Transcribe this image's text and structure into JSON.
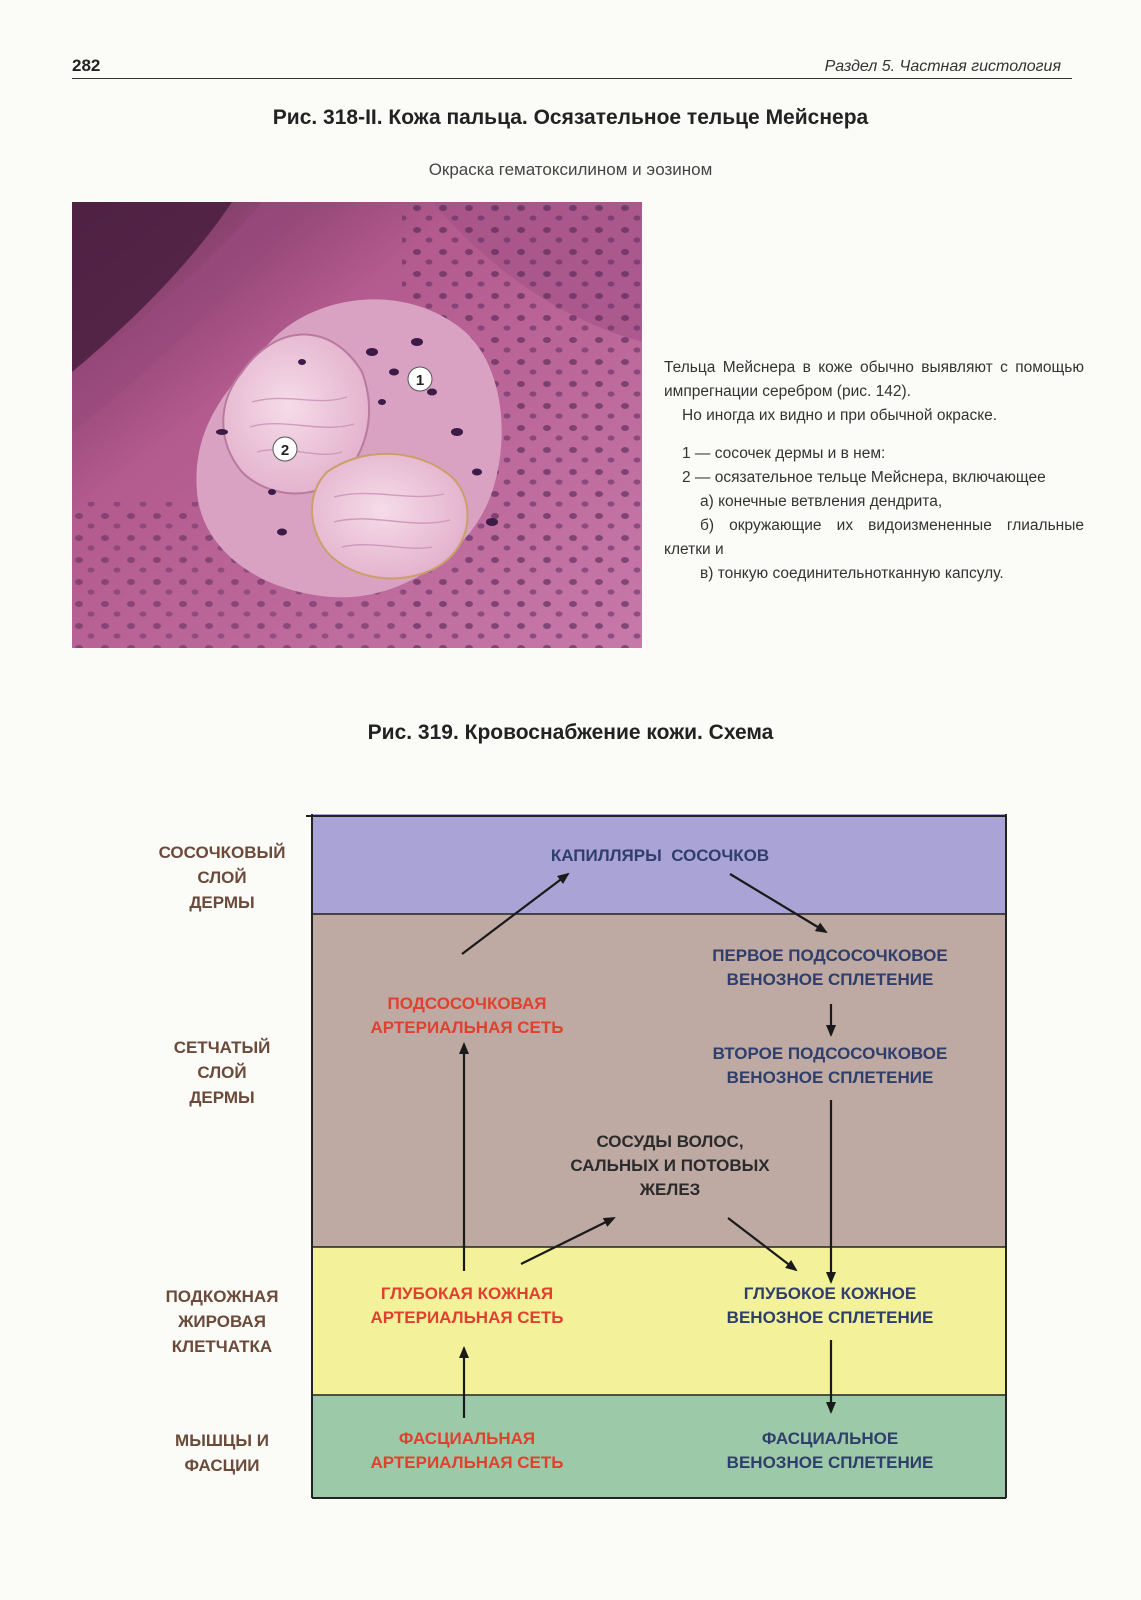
{
  "header": {
    "page_number": "282",
    "running_head": "Раздел 5. Частная гистология"
  },
  "figure_318": {
    "title": "Рис. 318-II. Кожа пальца. Осязательное тельце Мейснера",
    "subtitle": "Окраска гематоксилином и эозином",
    "markers": [
      "1",
      "2"
    ],
    "caption": {
      "intro_1": "Тельца Мейснера в коже обычно выявляют с помощью импрегнации серебром (рис. 142).",
      "intro_2": "Но иногда их видно и при обычной окраске.",
      "item_1": "1 — сосочек дермы и в нем:",
      "item_2": "2 — осязательное тельце Мейснера, включающее",
      "sub_a": "а) конечные ветвления дендрита,",
      "sub_b": "б) окружающие их видоизмененные глиальные клетки и",
      "sub_c": "в) тонкую соединительнотканную капсулу."
    }
  },
  "figure_319": {
    "title": "Рис. 319. Кровоснабжение кожи. Схема",
    "layers": [
      {
        "label_lines": [
          "СОСОЧКОВЫЙ",
          "СЛОЙ",
          "ДЕРМЫ"
        ],
        "color": "#aaa4d6"
      },
      {
        "label_lines": [
          "СЕТЧАТЫЙ",
          "СЛОЙ",
          "ДЕРМЫ"
        ],
        "color": "#bea9a3"
      },
      {
        "label_lines": [
          "ПОДКОЖНАЯ",
          "ЖИРОВАЯ",
          "КЛЕТЧАТКА"
        ],
        "color": "#f3f19a"
      },
      {
        "label_lines": [
          "МЫШЦЫ И",
          "ФАСЦИИ"
        ],
        "color": "#9ccaa8"
      }
    ],
    "nodes": {
      "capillaries": [
        "КАПИЛЛЯРЫ  СОСОЧКОВ"
      ],
      "subpapillary_arterial": [
        "ПОДСОСОЧКОВАЯ",
        "АРТЕРИАЛЬНАЯ СЕТЬ"
      ],
      "first_venous": [
        "ПЕРВОЕ ПОДСОСОЧКОВОЕ",
        "ВЕНОЗНОЕ СПЛЕТЕНИЕ"
      ],
      "second_venous": [
        "ВТОРОЕ ПОДСОСОЧКОВОЕ",
        "ВЕНОЗНОЕ СПЛЕТЕНИЕ"
      ],
      "appendage_vessels": [
        "СОСУДЫ ВОЛОС,",
        "САЛЬНЫХ И ПОТОВЫХ",
        "ЖЕЛЕЗ"
      ],
      "deep_arterial": [
        "ГЛУБОКАЯ КОЖНАЯ",
        "АРТЕРИАЛЬНАЯ СЕТЬ"
      ],
      "deep_venous": [
        "ГЛУБОКОЕ КОЖНОЕ",
        "ВЕНОЗНОЕ СПЛЕТЕНИЕ"
      ],
      "fascial_arterial": [
        "ФАСЦИАЛЬНАЯ",
        "АРТЕРИАЛЬНАЯ СЕТЬ"
      ],
      "fascial_venous": [
        "ФАСЦИАЛЬНОЕ",
        "ВЕНОЗНОЕ СПЛЕТЕНИЕ"
      ]
    },
    "colors": {
      "arterial": "#e0412f",
      "venous": "#2f3e6a",
      "neutral": "#2b2b2b",
      "side_label": "#6b4a3a"
    }
  }
}
